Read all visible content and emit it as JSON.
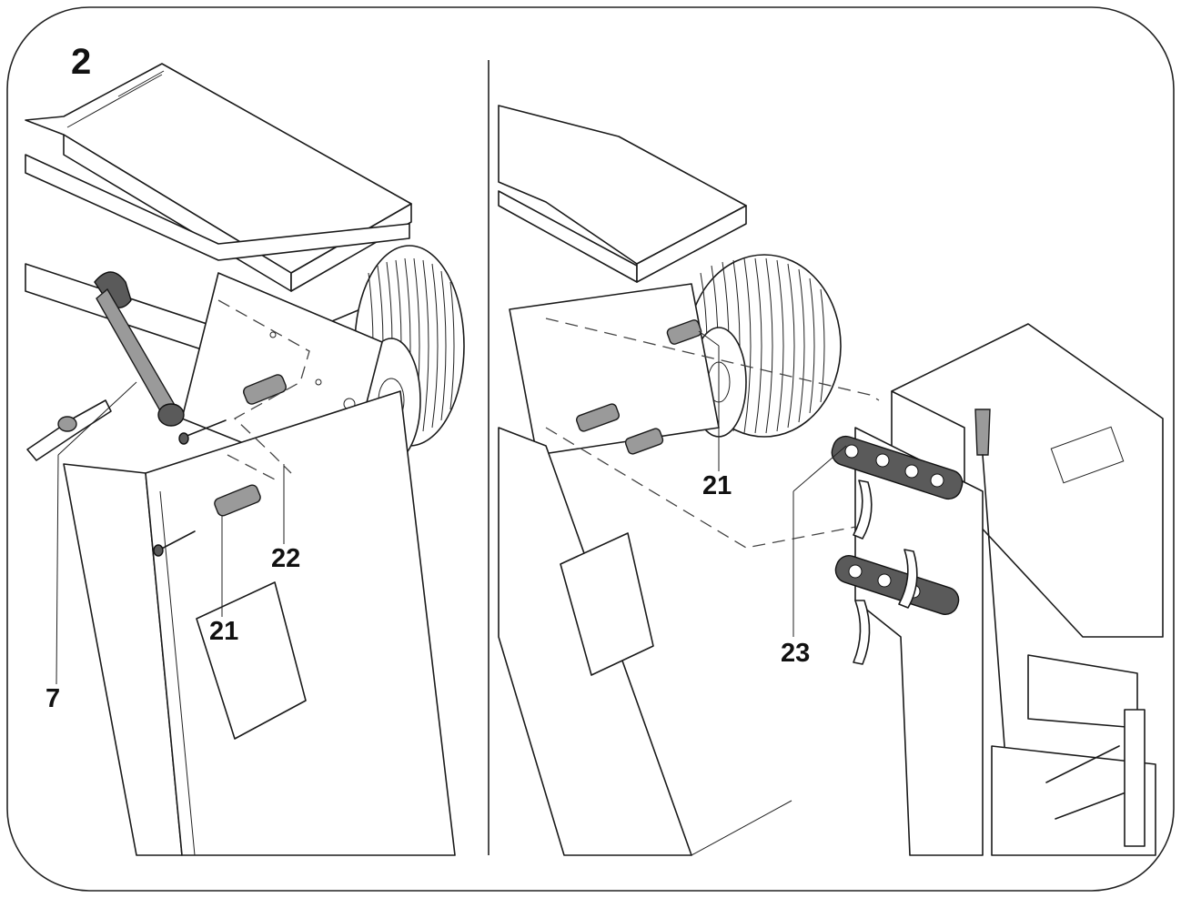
{
  "figure": {
    "step_number": "2",
    "left_panel": {
      "callouts": [
        {
          "id": "c7",
          "text": "7"
        },
        {
          "id": "c21",
          "text": "21"
        },
        {
          "id": "c22",
          "text": "22"
        }
      ]
    },
    "right_panel": {
      "callouts": [
        {
          "id": "c21b",
          "text": "21"
        },
        {
          "id": "c23",
          "text": "23"
        }
      ]
    }
  }
}
